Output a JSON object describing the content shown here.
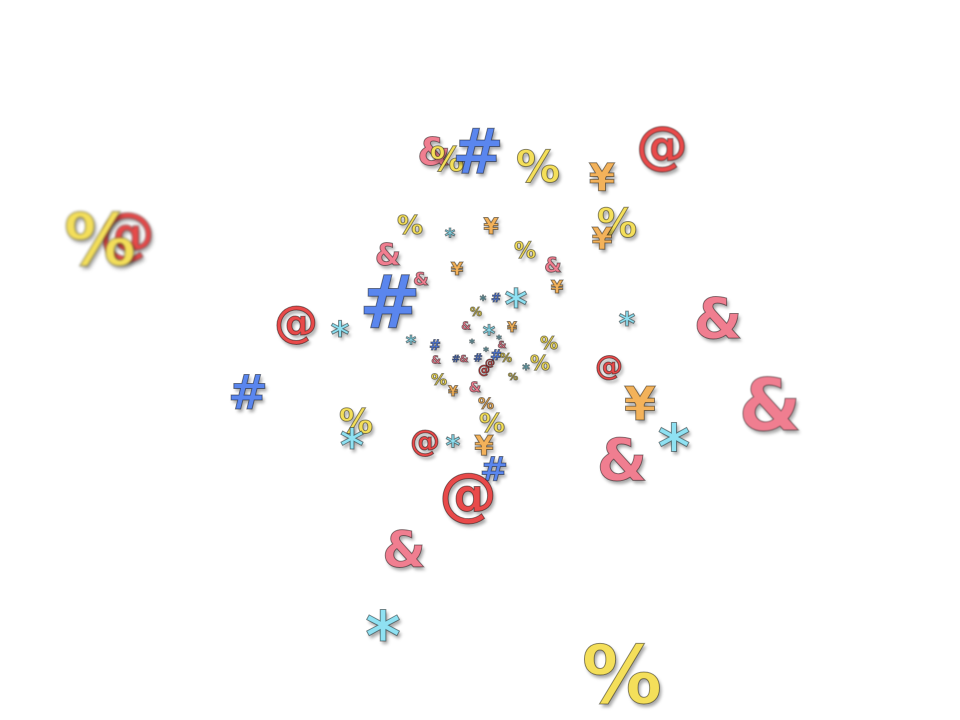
{
  "scene": {
    "background": "#ffffff",
    "symbols": [
      {
        "ch": "%",
        "color": "yellow"
      },
      {
        "ch": "@",
        "color": "red"
      },
      {
        "ch": "&",
        "color": "pink"
      },
      {
        "ch": "#",
        "color": "blue"
      },
      {
        "ch": "%",
        "color": "yellow"
      },
      {
        "ch": "@",
        "color": "red"
      },
      {
        "ch": "¥",
        "color": "orange"
      },
      {
        "ch": "%",
        "color": "yellow"
      },
      {
        "ch": "¥",
        "color": "orange"
      },
      {
        "ch": "&",
        "color": "pink"
      },
      {
        "ch": "&",
        "color": "pink"
      },
      {
        "ch": "#",
        "color": "blue"
      },
      {
        "ch": "@",
        "color": "red"
      },
      {
        "ch": "*",
        "color": "cyan"
      },
      {
        "ch": "#",
        "color": "blue"
      },
      {
        "ch": "*",
        "color": "cyan"
      },
      {
        "ch": "*",
        "color": "cyan"
      },
      {
        "ch": "@",
        "color": "red"
      },
      {
        "ch": "¥",
        "color": "orange"
      },
      {
        "ch": "%",
        "color": "yellow"
      },
      {
        "ch": "*",
        "color": "cyan"
      },
      {
        "ch": "@",
        "color": "red"
      },
      {
        "ch": "*",
        "color": "cyan"
      },
      {
        "ch": "@",
        "color": "red"
      },
      {
        "ch": "#",
        "color": "blue"
      },
      {
        "ch": "&",
        "color": "pink"
      },
      {
        "ch": "&",
        "color": "pink"
      },
      {
        "ch": "*",
        "color": "cyan"
      },
      {
        "ch": "*",
        "color": "cyan"
      },
      {
        "ch": "%",
        "color": "yellow"
      },
      {
        "ch": "%",
        "color": "yellow"
      },
      {
        "ch": "*",
        "color": "cyan"
      },
      {
        "ch": "¥",
        "color": "orange"
      },
      {
        "ch": "%",
        "color": "yellow"
      },
      {
        "ch": "&",
        "color": "pink"
      },
      {
        "ch": "¥",
        "color": "orange"
      },
      {
        "ch": "&",
        "color": "pink"
      },
      {
        "ch": "%",
        "color": "yellow"
      },
      {
        "ch": "¥",
        "color": "orange"
      },
      {
        "ch": "%",
        "color": "yellow"
      },
      {
        "ch": "*",
        "color": "cyan"
      },
      {
        "ch": "*",
        "color": "cyan"
      },
      {
        "ch": "%",
        "color": "yellow"
      },
      {
        "ch": "%",
        "color": "yellow"
      },
      {
        "ch": "¥",
        "color": "orange"
      },
      {
        "ch": "#",
        "color": "blue"
      },
      {
        "ch": "&",
        "color": "pink"
      },
      {
        "ch": "¥",
        "color": "orange"
      },
      {
        "ch": "%",
        "color": "yellow"
      },
      {
        "ch": "#",
        "color": "blue"
      },
      {
        "ch": "&",
        "color": "pink"
      },
      {
        "ch": "*",
        "color": "cyan"
      },
      {
        "ch": "*",
        "color": "cyan"
      },
      {
        "ch": "%",
        "color": "yellow"
      },
      {
        "ch": "@",
        "color": "red"
      },
      {
        "ch": "&",
        "color": "pink"
      },
      {
        "ch": "#",
        "color": "blue"
      },
      {
        "ch": "*",
        "color": "cyan"
      },
      {
        "ch": "#",
        "color": "blue"
      },
      {
        "ch": "&",
        "color": "pink"
      },
      {
        "ch": "%",
        "color": "yellow"
      },
      {
        "ch": "*",
        "color": "cyan"
      },
      {
        "ch": "#",
        "color": "blue"
      },
      {
        "ch": "@",
        "color": "red"
      },
      {
        "ch": "&",
        "color": "pink"
      },
      {
        "ch": "%",
        "color": "yellow"
      },
      {
        "ch": "*",
        "color": "cyan"
      },
      {
        "ch": "%",
        "color": "yellow"
      }
    ]
  }
}
